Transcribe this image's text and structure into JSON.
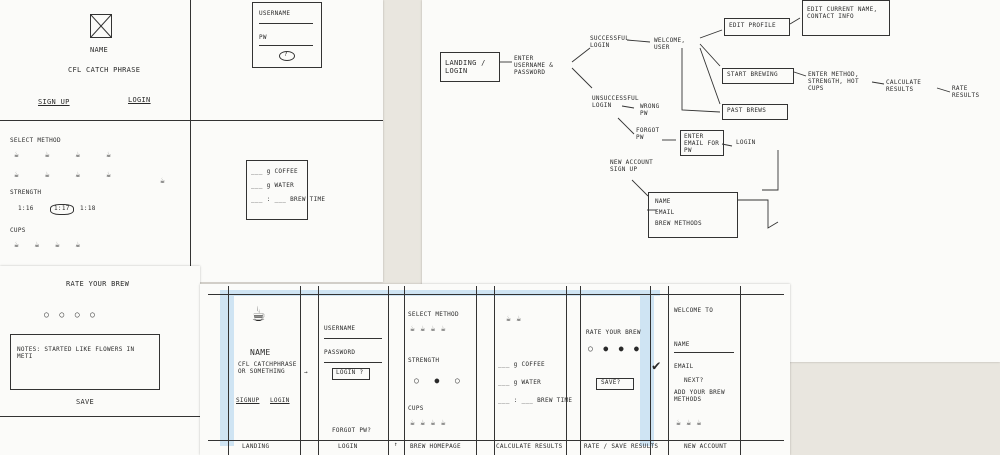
{
  "sketch1": {
    "logo_text": "NAME",
    "tagline": "CFL CATCH PHRASE",
    "signup": "SIGN UP",
    "login": "LOGIN",
    "form_username": "USERNAME",
    "form_pw": "PW",
    "form_btn": "?"
  },
  "sketch2": {
    "select_method": "SELECT METHOD",
    "strength": "STRENGTH",
    "strength_values": [
      "1:16",
      "1:17",
      "1:18"
    ],
    "cups": "CUPS",
    "recipe": [
      "___ g COFFEE",
      "___ g WATER",
      "___ : ___ BREW TIME"
    ]
  },
  "sketch3": {
    "rate_title": "RATE YOUR BREW",
    "notes": "NOTES: STARTED LIKE FLOWERS IN METI",
    "save": "SAVE"
  },
  "flow": {
    "landing": "LANDING / LOGIN",
    "enter_credentials": "ENTER USERNAME & PASSWORD",
    "successful_login": "SUCCESSFUL LOGIN",
    "welcome": "WELCOME, USER",
    "edit_profile": "EDIT PROFILE",
    "edit_profile_note": "EDIT CURRENT NAME, CONTACT INFO",
    "start_brewing": "START BREWING",
    "enter_method": "ENTER METHOD, STRENGTH, HOT CUPS",
    "calculate": "CALCULATE RESULTS",
    "rate_results": "RATE RESULTS",
    "past_brews": "PAST BREWS",
    "unsuccessful_login": "UNSUCCESSFUL LOGIN",
    "wrong_pw": "WRONG PW",
    "forgot_pw": "FORGOT PW",
    "enter_email": "ENTER EMAIL FOR PW",
    "login": "LOGIN",
    "new_account": "NEW ACCOUNT SIGN UP",
    "new_account_fields": [
      "NAME",
      "EMAIL",
      "BREW METHODS"
    ]
  },
  "storyboard": {
    "landing": {
      "name": "NAME",
      "tagline": "CFL CATCHPHRASE OR SOMETHING",
      "signup": "SIGNUP",
      "login": "LOGIN",
      "caption": "LANDING"
    },
    "login": {
      "username": "USERNAME",
      "password": "PASSWORD",
      "button": "LOGIN ?",
      "forgot": "FORGOT PW?",
      "caption": "LOGIN"
    },
    "brew": {
      "select_method": "SELECT METHOD",
      "strength": "STRENGTH",
      "cups": "CUPS",
      "caption": "BREW HOMEPAGE"
    },
    "calc": {
      "recipe": [
        "___ g COFFEE",
        "___ g WATER",
        "___ : ___ BREW TIME"
      ],
      "caption": "CALCULATE RESULTS"
    },
    "rate": {
      "title": "RATE YOUR BREW",
      "save": "SAVE?",
      "caption": "RATE / SAVE RESULTS"
    },
    "signup": {
      "welcome": "WELCOME TO",
      "name": "NAME",
      "email": "EMAIL",
      "next": "NEXT?",
      "add_methods": "ADD YOUR BREW METHODS",
      "caption": "NEW ACCOUNT"
    }
  }
}
